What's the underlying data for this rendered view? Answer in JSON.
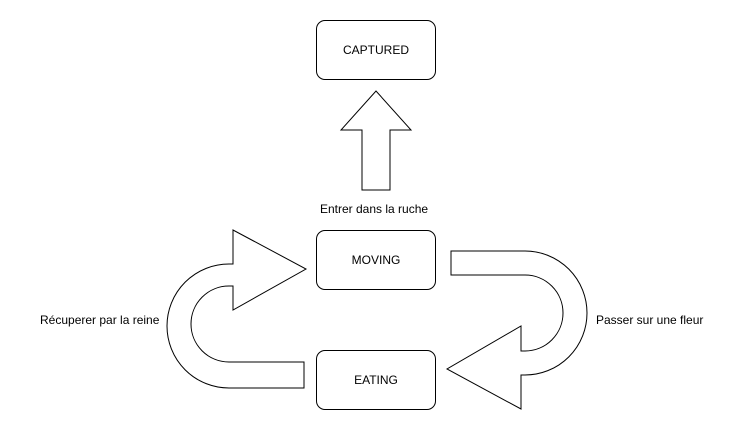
{
  "diagram": {
    "states": {
      "captured": "CAPTURED",
      "moving": "MOVING",
      "eating": "EATING"
    },
    "transitions": {
      "enter_hive": "Entrer dans la ruche",
      "recover_by_queen": "Récuperer par la reine",
      "pass_on_flower": "Passer sur une fleur"
    }
  }
}
